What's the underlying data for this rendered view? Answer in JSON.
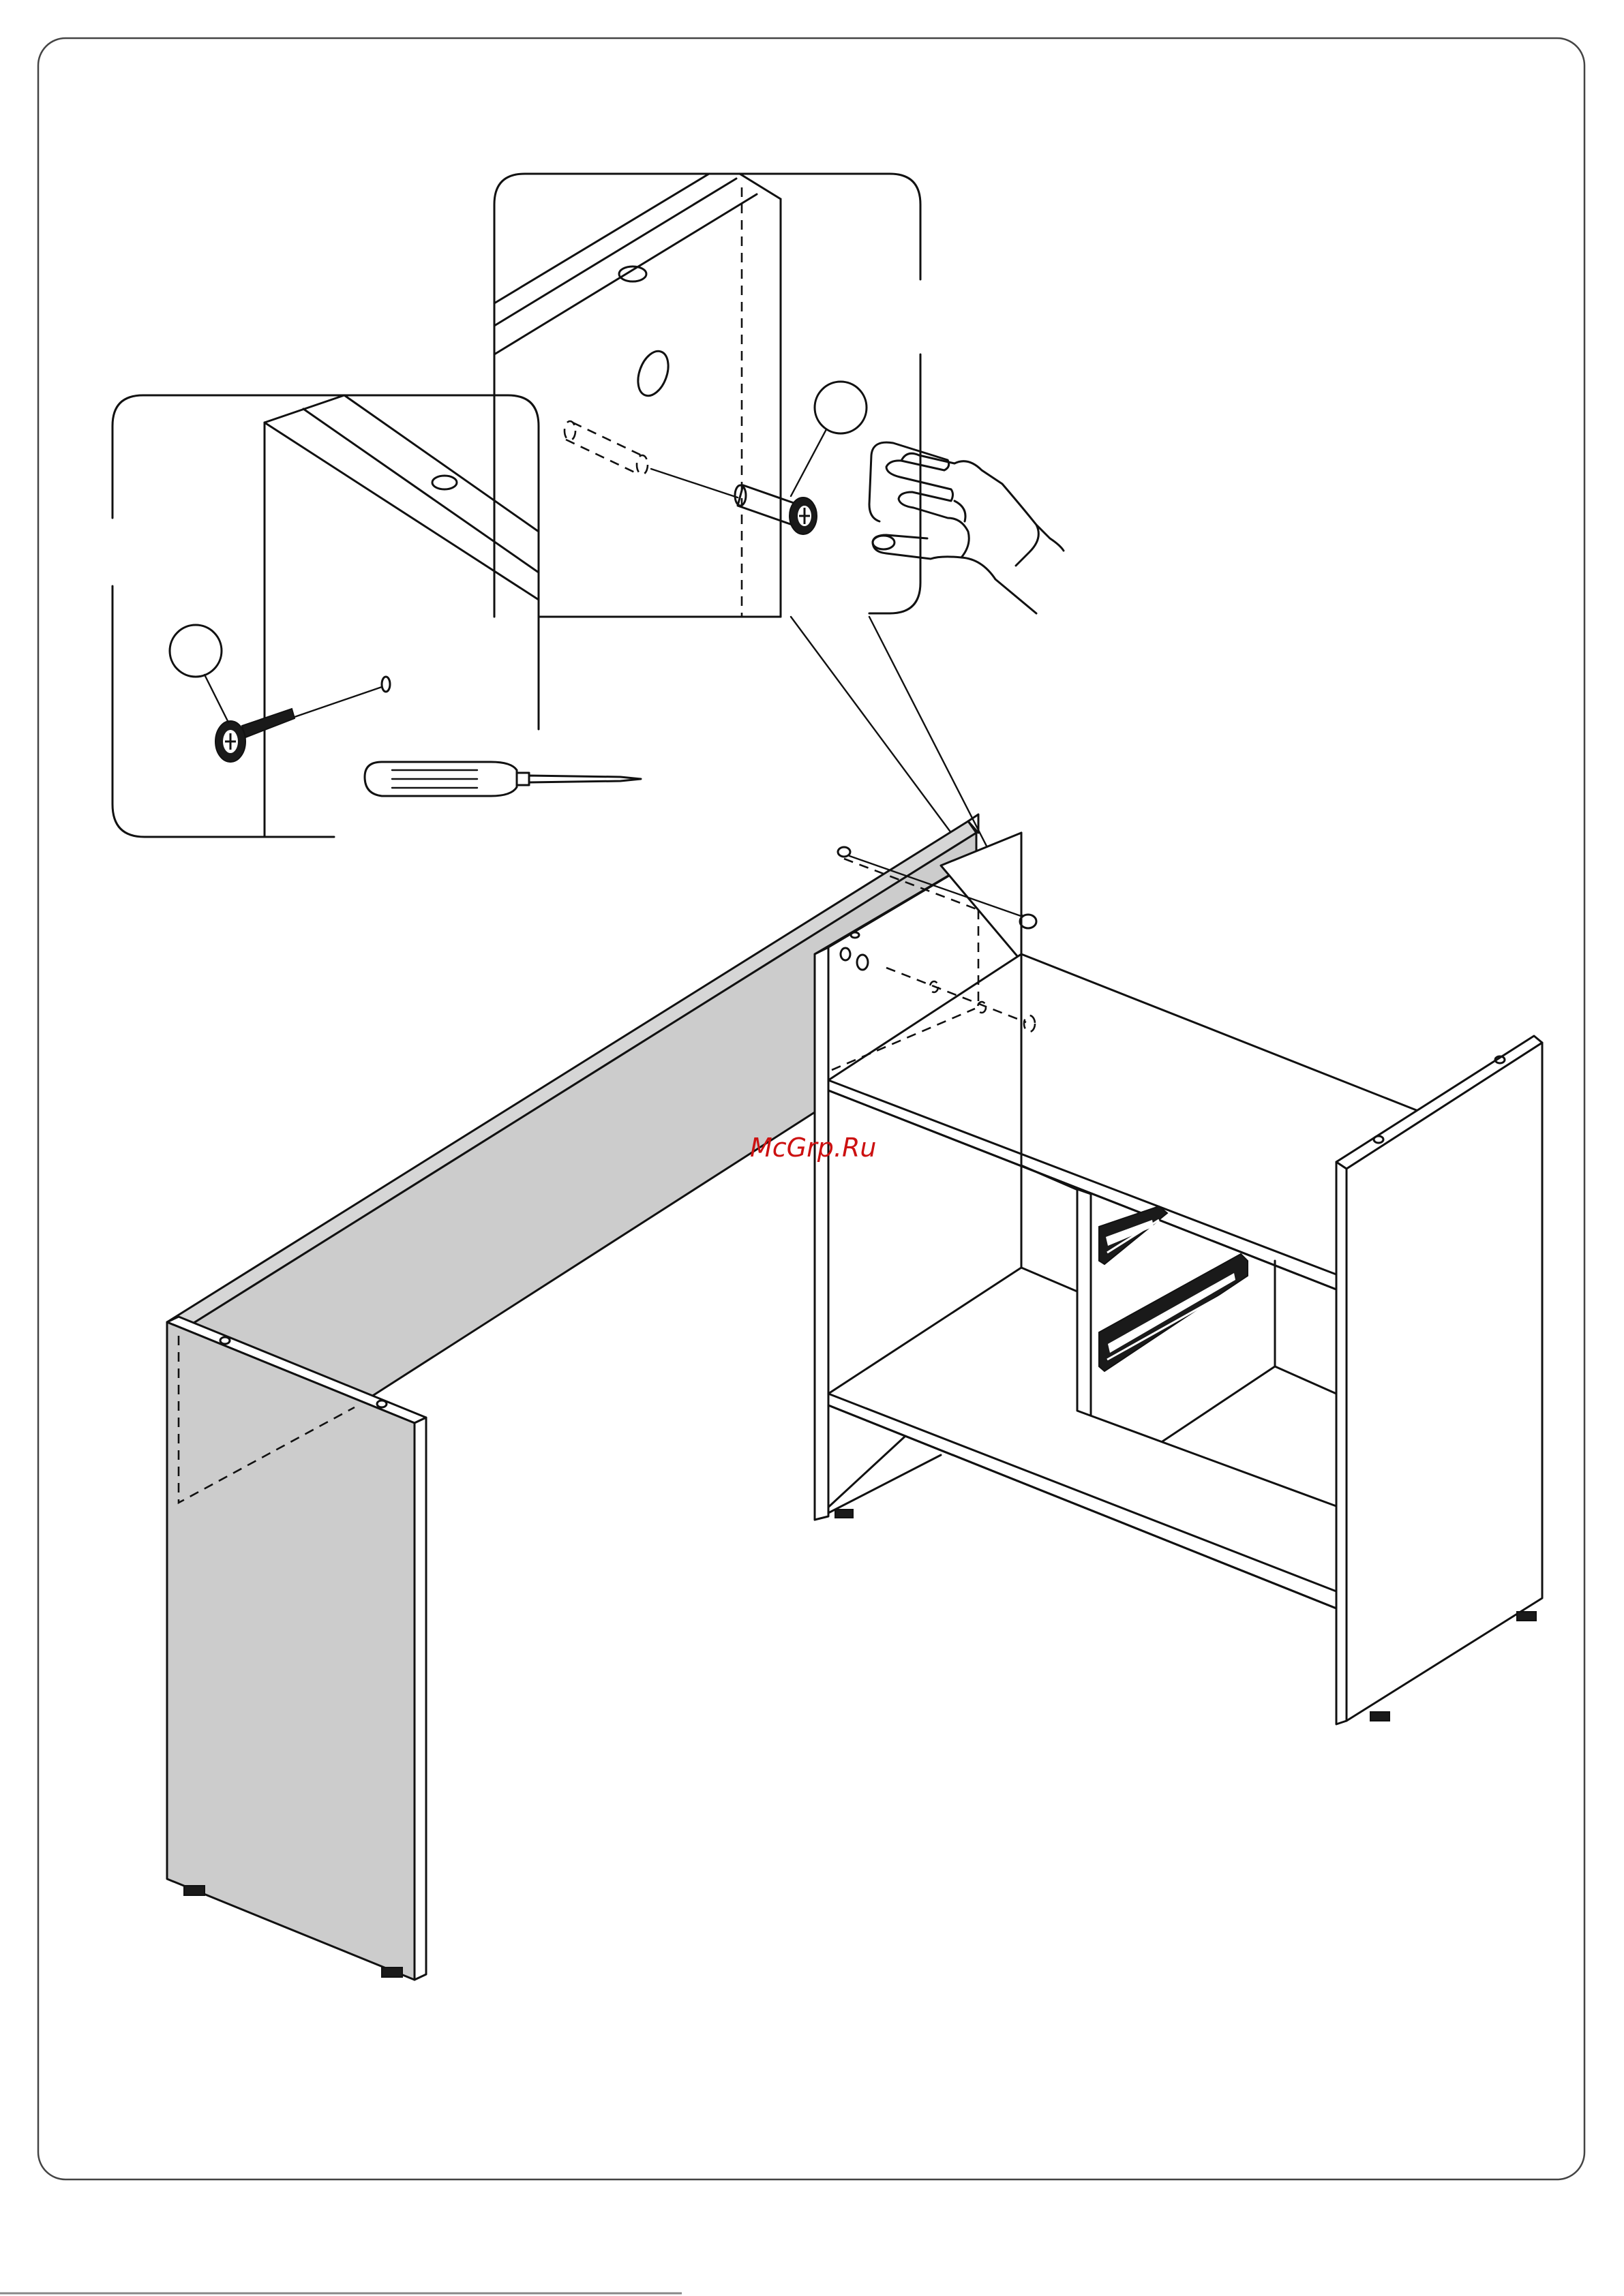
{
  "watermark": {
    "text": "McGrp.Ru",
    "color": "#cc1111"
  },
  "colors": {
    "line": "#111111",
    "grey_panel": "#cccccc",
    "background": "#ffffff"
  },
  "callouts": [
    {
      "label": "",
      "part": "screw"
    },
    {
      "label": "",
      "part": "cam-bolt"
    }
  ],
  "icons": [
    "screwdriver-icon",
    "hand-icon",
    "screw-icon",
    "cam-bolt-icon",
    "drawer-slide-icon"
  ]
}
